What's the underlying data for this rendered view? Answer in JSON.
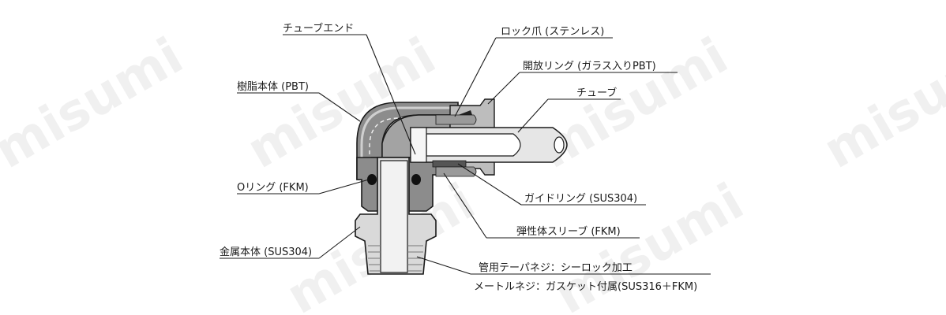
{
  "watermark": "misumi",
  "labels": {
    "tube_end": "チューブエンド",
    "lock_claw": "ロック爪 (ステンレス)",
    "release_ring": "開放リング (ガラス入りPBT)",
    "tube": "チューブ",
    "resin_body": "樹脂本体 (PBT)",
    "o_ring": "Oリング (FKM)",
    "guide_ring": "ガイドリング (SUS304)",
    "elastic_sleeve": "弾性体スリーブ (FKM)",
    "metal_body": "金属本体 (SUS304)",
    "thread_line1": "管用テーパネジ：シーロック加工",
    "thread_line2": "メートルネジ：ガスケット付属(SUS316＋FKM)"
  }
}
